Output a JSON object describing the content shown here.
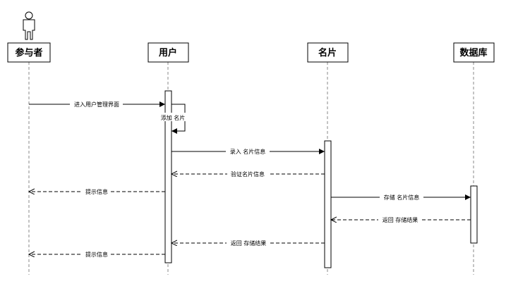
{
  "participants": [
    {
      "id": "actor",
      "label": "参与者",
      "icon": "person-icon"
    },
    {
      "id": "user",
      "label": "用户"
    },
    {
      "id": "card",
      "label": "名片"
    },
    {
      "id": "db",
      "label": "数据库"
    }
  ],
  "messages": [
    {
      "id": "m1",
      "from": "actor",
      "to": "user",
      "label": "进入用户管理界面",
      "kind": "sync"
    },
    {
      "id": "m2",
      "from": "user",
      "to": "user",
      "label": "添加 名片",
      "kind": "self"
    },
    {
      "id": "m3",
      "from": "user",
      "to": "card",
      "label": "录入 名片信息",
      "kind": "sync"
    },
    {
      "id": "m4",
      "from": "card",
      "to": "user",
      "label": "验证名片信息",
      "kind": "return"
    },
    {
      "id": "m5",
      "from": "user",
      "to": "actor",
      "label": "提示信息",
      "kind": "return"
    },
    {
      "id": "m6",
      "from": "card",
      "to": "db",
      "label": "存储 名片信息",
      "kind": "sync"
    },
    {
      "id": "m7",
      "from": "db",
      "to": "card",
      "label": "返回 存储结果",
      "kind": "return"
    },
    {
      "id": "m8",
      "from": "card",
      "to": "user",
      "label": "返回 存储结果",
      "kind": "return"
    },
    {
      "id": "m9",
      "from": "user",
      "to": "actor",
      "label": "提示信息",
      "kind": "return"
    }
  ],
  "colors": {
    "line": "#000000",
    "lifeline": "#888888",
    "background": "#ffffff"
  }
}
